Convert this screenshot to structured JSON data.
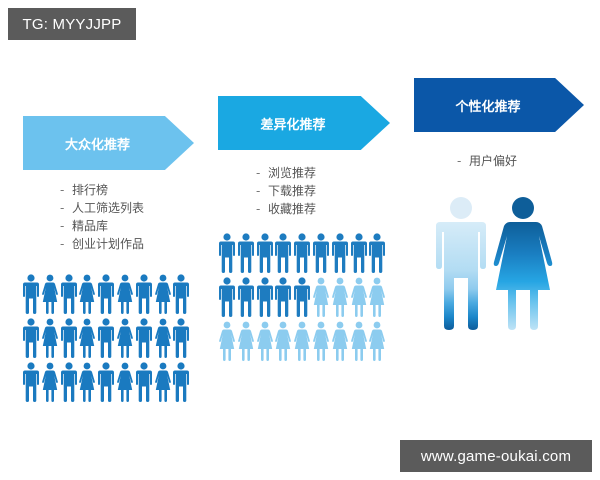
{
  "watermarks": {
    "top_left": "TG: MYYJJPP",
    "bottom_right": "www.game-oukai.com"
  },
  "colors": {
    "stage1": "#6cc2ee",
    "stage2": "#1aa8e2",
    "stage3": "#0b57a8",
    "person_dark": "#1a7ac0",
    "person_light": "#8cccef",
    "watermark_bg": "#5b5b5b"
  },
  "stages": [
    {
      "title": "大众化推荐",
      "items": [
        "排行榜",
        "人工筛选列表",
        "精品库",
        "创业计划作品"
      ],
      "icon_grid": {
        "rows": 3,
        "cols": 9,
        "pattern": "alternating-man-woman",
        "dark_count": 27,
        "light_count": 0
      }
    },
    {
      "title": "差异化推荐",
      "items": [
        "浏览推荐",
        "下载推荐",
        "收藏推荐"
      ],
      "icon_grid": {
        "rows": 3,
        "cols": 9,
        "pattern": "men-dark-then-women-light",
        "dark_count": 14,
        "light_count": 13
      }
    },
    {
      "title": "个性化推荐",
      "items": [
        "用户偏好"
      ],
      "icons": [
        "large-man-gradient",
        "large-woman-gradient"
      ]
    }
  ]
}
